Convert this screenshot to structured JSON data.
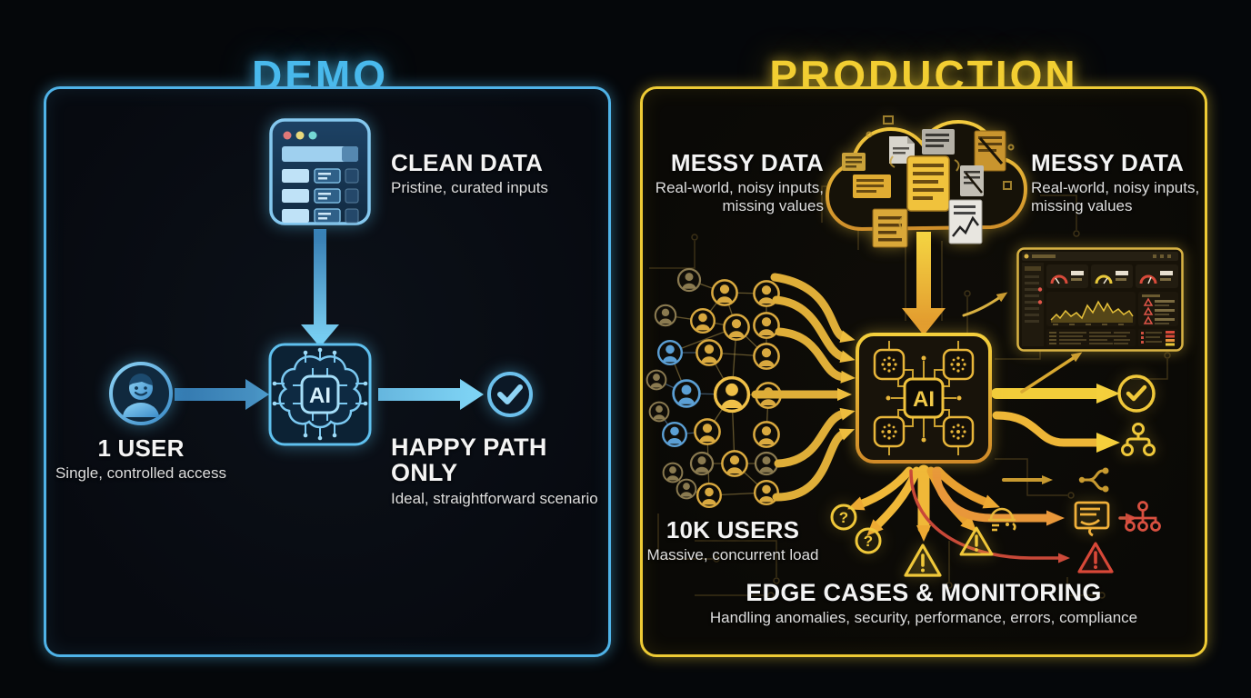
{
  "demo": {
    "title": "DEMO",
    "accent_color": "#49b9ec",
    "ai_label": "AI",
    "clean_data": {
      "heading": "CLEAN DATA",
      "sub": "Pristine, curated inputs"
    },
    "user": {
      "heading": "1 USER",
      "sub": "Single, controlled access"
    },
    "happy_path": {
      "heading": "HAPPY PATH ONLY",
      "sub": "Ideal, straightforward scenario"
    }
  },
  "production": {
    "title": "PRODUCTION",
    "accent_color": "#f2ce32",
    "warning_color": "#d84838",
    "ai_label": "AI",
    "messy_left": {
      "heading": "MESSY DATA",
      "sub_line1": "Real-world, noisy inputs,",
      "sub_line2": "missing values"
    },
    "messy_right": {
      "heading": "MESSY DATA",
      "sub_line1": "Real-world, noisy inputs,",
      "sub_line2": "missing values"
    },
    "users": {
      "heading": "10K USERS",
      "sub": "Massive, concurrent load"
    },
    "edge_cases": {
      "heading": "EDGE CASES & MONITORING",
      "sub": "Handling anomalies, security, performance, errors, compliance"
    }
  },
  "glyphs": {
    "question": "?"
  }
}
